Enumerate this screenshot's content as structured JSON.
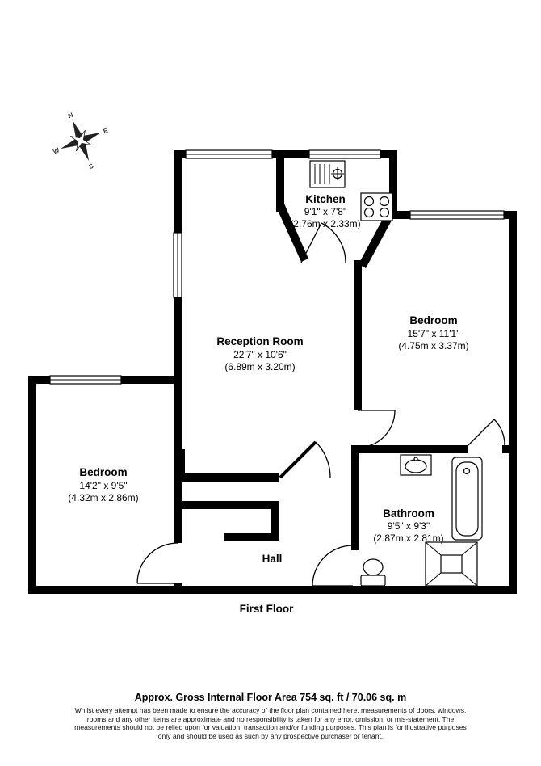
{
  "page": {
    "floor_label": "First Floor"
  },
  "compass": {
    "n": "N",
    "e": "E",
    "s": "S",
    "w": "W"
  },
  "rooms": {
    "kitchen": {
      "name": "Kitchen",
      "imperial": "9'1\" x 7'8\"",
      "metric": "(2.76m x 2.33m)"
    },
    "reception": {
      "name": "Reception Room",
      "imperial": "22'7\" x 10'6\"",
      "metric": "(6.89m x 3.20m)"
    },
    "bedroom_right": {
      "name": "Bedroom",
      "imperial": "15'7\" x 11'1\"",
      "metric": "(4.75m x 3.37m)"
    },
    "bedroom_left": {
      "name": "Bedroom",
      "imperial": "14'2\" x 9'5\"",
      "metric": "(4.32m x 2.86m)"
    },
    "bathroom": {
      "name": "Bathroom",
      "imperial": "9'5\" x 9'3\"",
      "metric": "(2.87m x 2.81m)"
    },
    "hall": {
      "name": "Hall"
    }
  },
  "footer": {
    "area": "Approx. Gross Internal Floor Area 754 sq. ft / 70.06 sq. m",
    "disclaimer_lines": [
      "Whilst every attempt has been made to ensure the accuracy of the floor plan contained here, measurements of doors, windows,",
      "rooms and any other items are approximate and no responsibility is taken for any error, omission, or mis-statement. The",
      "measurements should not be relied upon for valuation, transaction and/or funding purposes. This plan is for illustrative purposes",
      "only and should be used as such by any prospective purchaser or tenant."
    ]
  },
  "colors": {
    "wall": "#000000",
    "background": "#ffffff"
  }
}
